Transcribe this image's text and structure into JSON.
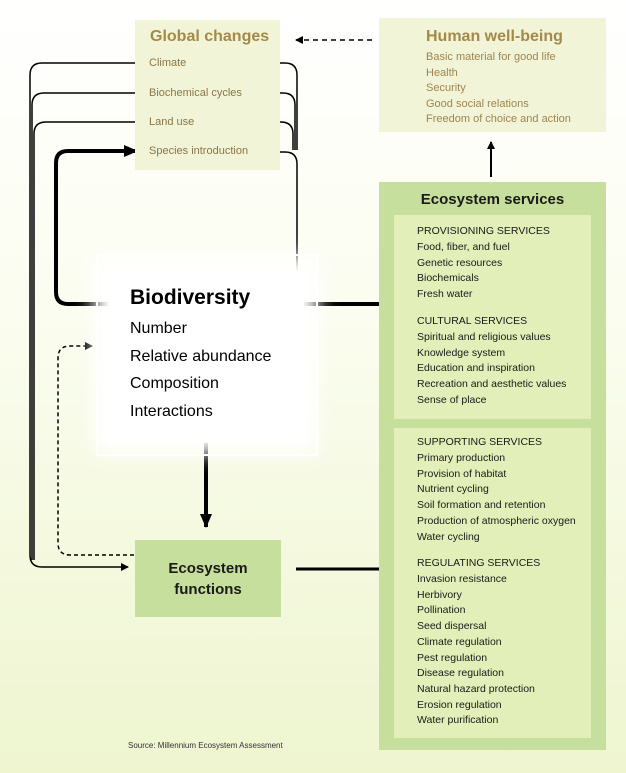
{
  "global_changes": {
    "title": "Global changes",
    "items": [
      "Climate",
      "Biochemical cycles",
      "Land use",
      "Species introduction"
    ]
  },
  "human_well_being": {
    "title": "Human well-being",
    "items": [
      "Basic material for good life",
      "Health",
      "Security",
      "Good social relations",
      "Freedom of choice and action"
    ]
  },
  "ecosystem_services": {
    "title": "Ecosystem services",
    "provisioning": {
      "heading": "PROVISIONING SERVICES",
      "items": [
        "Food, fiber, and fuel",
        "Genetic resources",
        "Biochemicals",
        "Fresh water"
      ]
    },
    "cultural": {
      "heading": "CULTURAL SERVICES",
      "items": [
        "Spiritual and religious values",
        "Knowledge system",
        "Education and inspiration",
        "Recreation and aesthetic values",
        "Sense of place"
      ]
    },
    "supporting": {
      "heading": "SUPPORTING SERVICES",
      "items": [
        "Primary production",
        "Provision of habitat",
        "Nutrient cycling",
        "Soil formation and retention",
        "Production of atmospheric oxygen",
        "Water cycling"
      ]
    },
    "regulating": {
      "heading": "REGULATING SERVICES",
      "items": [
        "Invasion resistance",
        "Herbivory",
        "Pollination",
        "Seed dispersal",
        "Climate regulation",
        "Pest regulation",
        "Disease regulation",
        "Natural hazard protection",
        "Erosion regulation",
        "Water purification"
      ]
    }
  },
  "biodiversity": {
    "title": "Biodiversity",
    "items": [
      "Number",
      "Relative abundance",
      "Composition",
      "Interactions"
    ]
  },
  "ecosystem_functions": {
    "line1": "Ecosystem",
    "line2": "functions"
  },
  "source": "Source: Millennium Ecosystem Assessment",
  "colors": {
    "services_box": "#c6df9c",
    "services_panel": "#e2efb8",
    "pale_box": "#f1f4d6",
    "title_brown": "#a38a49"
  }
}
